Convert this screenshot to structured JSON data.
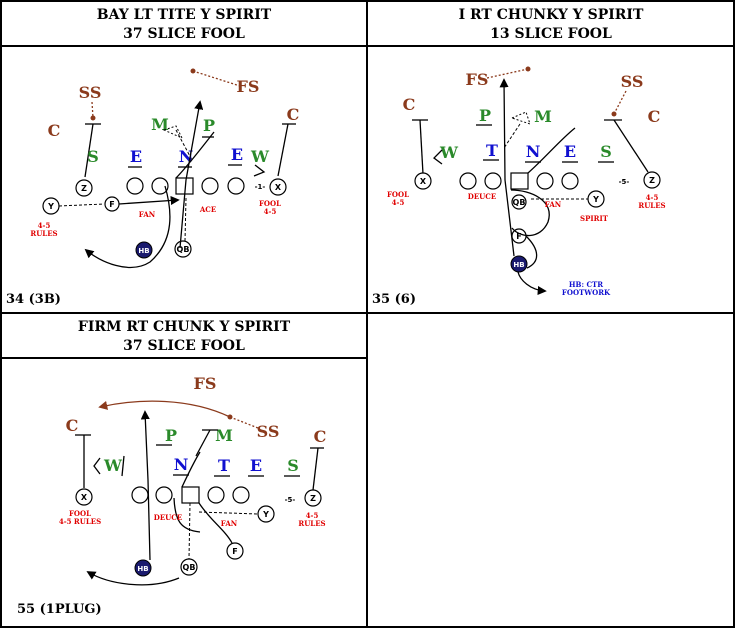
{
  "colors": {
    "brown": "#8b3a1c",
    "green": "#2a8a2a",
    "blue": "#1010d0",
    "red": "#e00000",
    "navy": "#1a1a6e"
  },
  "plays": [
    {
      "title_line1": "BAY LT TITE Y SPIRIT",
      "title_line2": "37 SLICE FOOL",
      "number": "34 (3B)",
      "defenders": [
        "SS",
        "FS",
        "C",
        "M",
        "P",
        "C",
        "S",
        "E",
        "N",
        "E",
        "W"
      ],
      "players": [
        "Z",
        "X",
        "Y",
        "F",
        "HB",
        "QB"
      ],
      "notes": {
        "rules": "4-5\nRULES",
        "fan": "FAN",
        "ace": "ACE",
        "fool": "FOOL\n4-5",
        "split": "-1-"
      }
    },
    {
      "title_line1": "I RT CHUNKY Y SPIRIT",
      "title_line2": "13 SLICE FOOL",
      "number": "35 (6)",
      "defenders": [
        "FS",
        "SS",
        "C",
        "P",
        "M",
        "C",
        "W",
        "T",
        "N",
        "E",
        "S"
      ],
      "players": [
        "X",
        "Y",
        "Z",
        "F",
        "HB",
        "QB"
      ],
      "notes": {
        "fool": "FOOL\n4-5",
        "deuce": "DEUCE",
        "fan": "FAN",
        "spirit": "SPIRIT",
        "split": "-5-",
        "rules": "4-5\nRULES",
        "hb_line1": "HB: CTR",
        "hb_line2": "FOOTWORK"
      }
    },
    {
      "title_line1": "FIRM RT CHUNK Y SPIRIT",
      "title_line2": "37 SLICE FOOL",
      "number": "55 (1PLUG)",
      "defenders": [
        "FS",
        "C",
        "P",
        "M",
        "SS",
        "C",
        "W",
        "N",
        "T",
        "E",
        "S"
      ],
      "players": [
        "X",
        "Z",
        "Y",
        "F",
        "HB",
        "QB"
      ],
      "notes": {
        "fool_line1": "FOOL",
        "fool_line2": "4-5 RULES",
        "deuce": "DEUCE",
        "fan": "FAN",
        "split": "-5-",
        "rules": "4-5\nRULES"
      }
    }
  ]
}
